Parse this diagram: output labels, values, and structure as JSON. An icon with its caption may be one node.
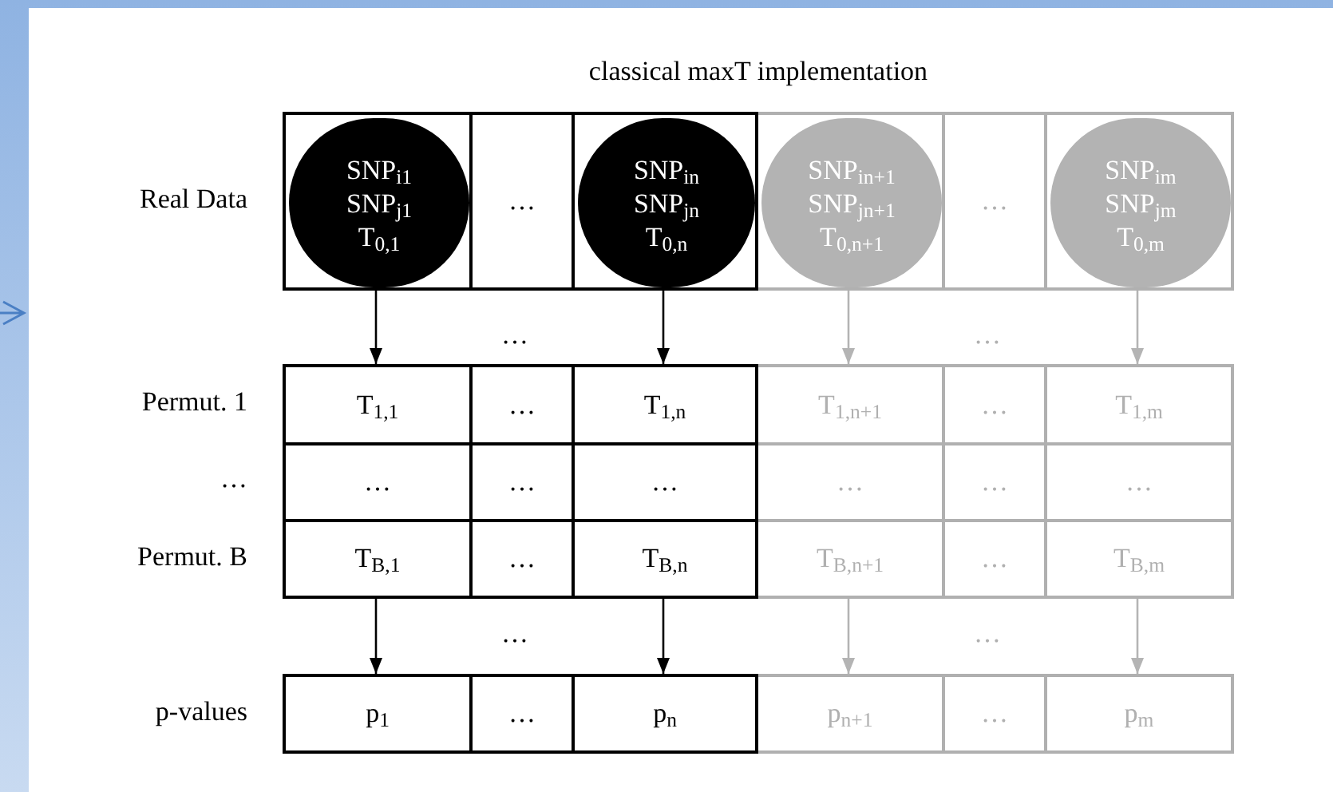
{
  "diagram": {
    "title": "classical maxT implementation",
    "nodes": [
      {
        "text": [],
        "shape": "box"
      },
      {
        "text": [
          "SNP$_{i1}$",
          "SNP$_{j1}$",
          "T$_{0,1}$"
        ],
        "in": 0
      },
      {
        "text": [
          "…"
        ]
      },
      {
        "text": [],
        "shape": "box"
      },
      {
        "text": [
          "SNP$_{in}$",
          "SNP$_{jn}$",
          "T$_{0,n}$"
        ],
        "in": 3
      },
      {
        "text": [],
        "shape": "box"
      },
      {
        "text": [
          "SNP$_{in+1}$",
          "SNP$_{jn+1}$",
          "T$_{0,n+1}$"
        ],
        "in": 5
      },
      {
        "text": [
          "…"
        ]
      },
      {
        "text": [],
        "shape": "box"
      },
      {
        "text": [
          "SNP$_{im}$",
          "SNP$_{jm}$",
          "T$_{0,m}$"
        ],
        "in": 8
      },
      {
        "text": [
          "T$_{1,1}$"
        ]
      },
      {
        "text": [
          "…"
        ]
      },
      {
        "text": [
          "T$_{1,n}$"
        ]
      },
      {
        "text": [
          "T$_{1,n+1}$"
        ]
      },
      {
        "text": [
          "…"
        ]
      },
      {
        "text": [
          "T$_{1,m}$"
        ]
      },
      {
        "text": [
          "…"
        ]
      },
      {
        "text": [
          "…"
        ]
      },
      {
        "text": [
          "…"
        ]
      },
      {
        "text": [
          "…"
        ]
      },
      {
        "text": [
          "…"
        ]
      },
      {
        "text": [
          "…"
        ]
      },
      {
        "text": [
          "T$_{B,1}$"
        ]
      },
      {
        "text": [
          "…"
        ]
      },
      {
        "text": [
          "T$_{B,n}$"
        ]
      },
      {
        "text": [
          "T$_{B,n+1}$"
        ]
      },
      {
        "text": [
          "…"
        ]
      },
      {
        "text": [
          "T$_{B,m}$"
        ]
      },
      {
        "text": [
          "p$_{1}$"
        ]
      },
      {
        "text": [
          "…"
        ]
      },
      {
        "text": [
          "p$_{n}$"
        ]
      },
      {
        "text": [
          "p$_{n+1}$"
        ]
      },
      {
        "text": [
          "…"
        ]
      },
      {
        "text": [
          "p$_{m}$"
        ]
      }
    ],
    "edges": [
      {
        "from": 0,
        "to": 10,
        "arrow": "to"
      },
      {
        "from": 3,
        "to": 12,
        "arrow": "to"
      },
      {
        "from": 5,
        "to": 13,
        "arrow": "to",
        "color": "#b4b4b4"
      },
      {
        "from": 8,
        "to": 15,
        "arrow": "to",
        "color": "#b4b4b4"
      },
      {
        "from": 22,
        "to": 28,
        "arrow": "to"
      },
      {
        "from": 24,
        "to": 30,
        "arrow": "to"
      },
      {
        "from": 25,
        "to": 31,
        "arrow": "to",
        "color": "#b4b4b4"
      },
      {
        "from": 27,
        "to": 33,
        "arrow": "to",
        "color": "#b4b4b4"
      }
    ],
    "labels": [
      "Real Data",
      "…",
      "…",
      "Permut. 1",
      "…",
      "Permut. B",
      "…",
      "…",
      "p-values"
    ]
  }
}
